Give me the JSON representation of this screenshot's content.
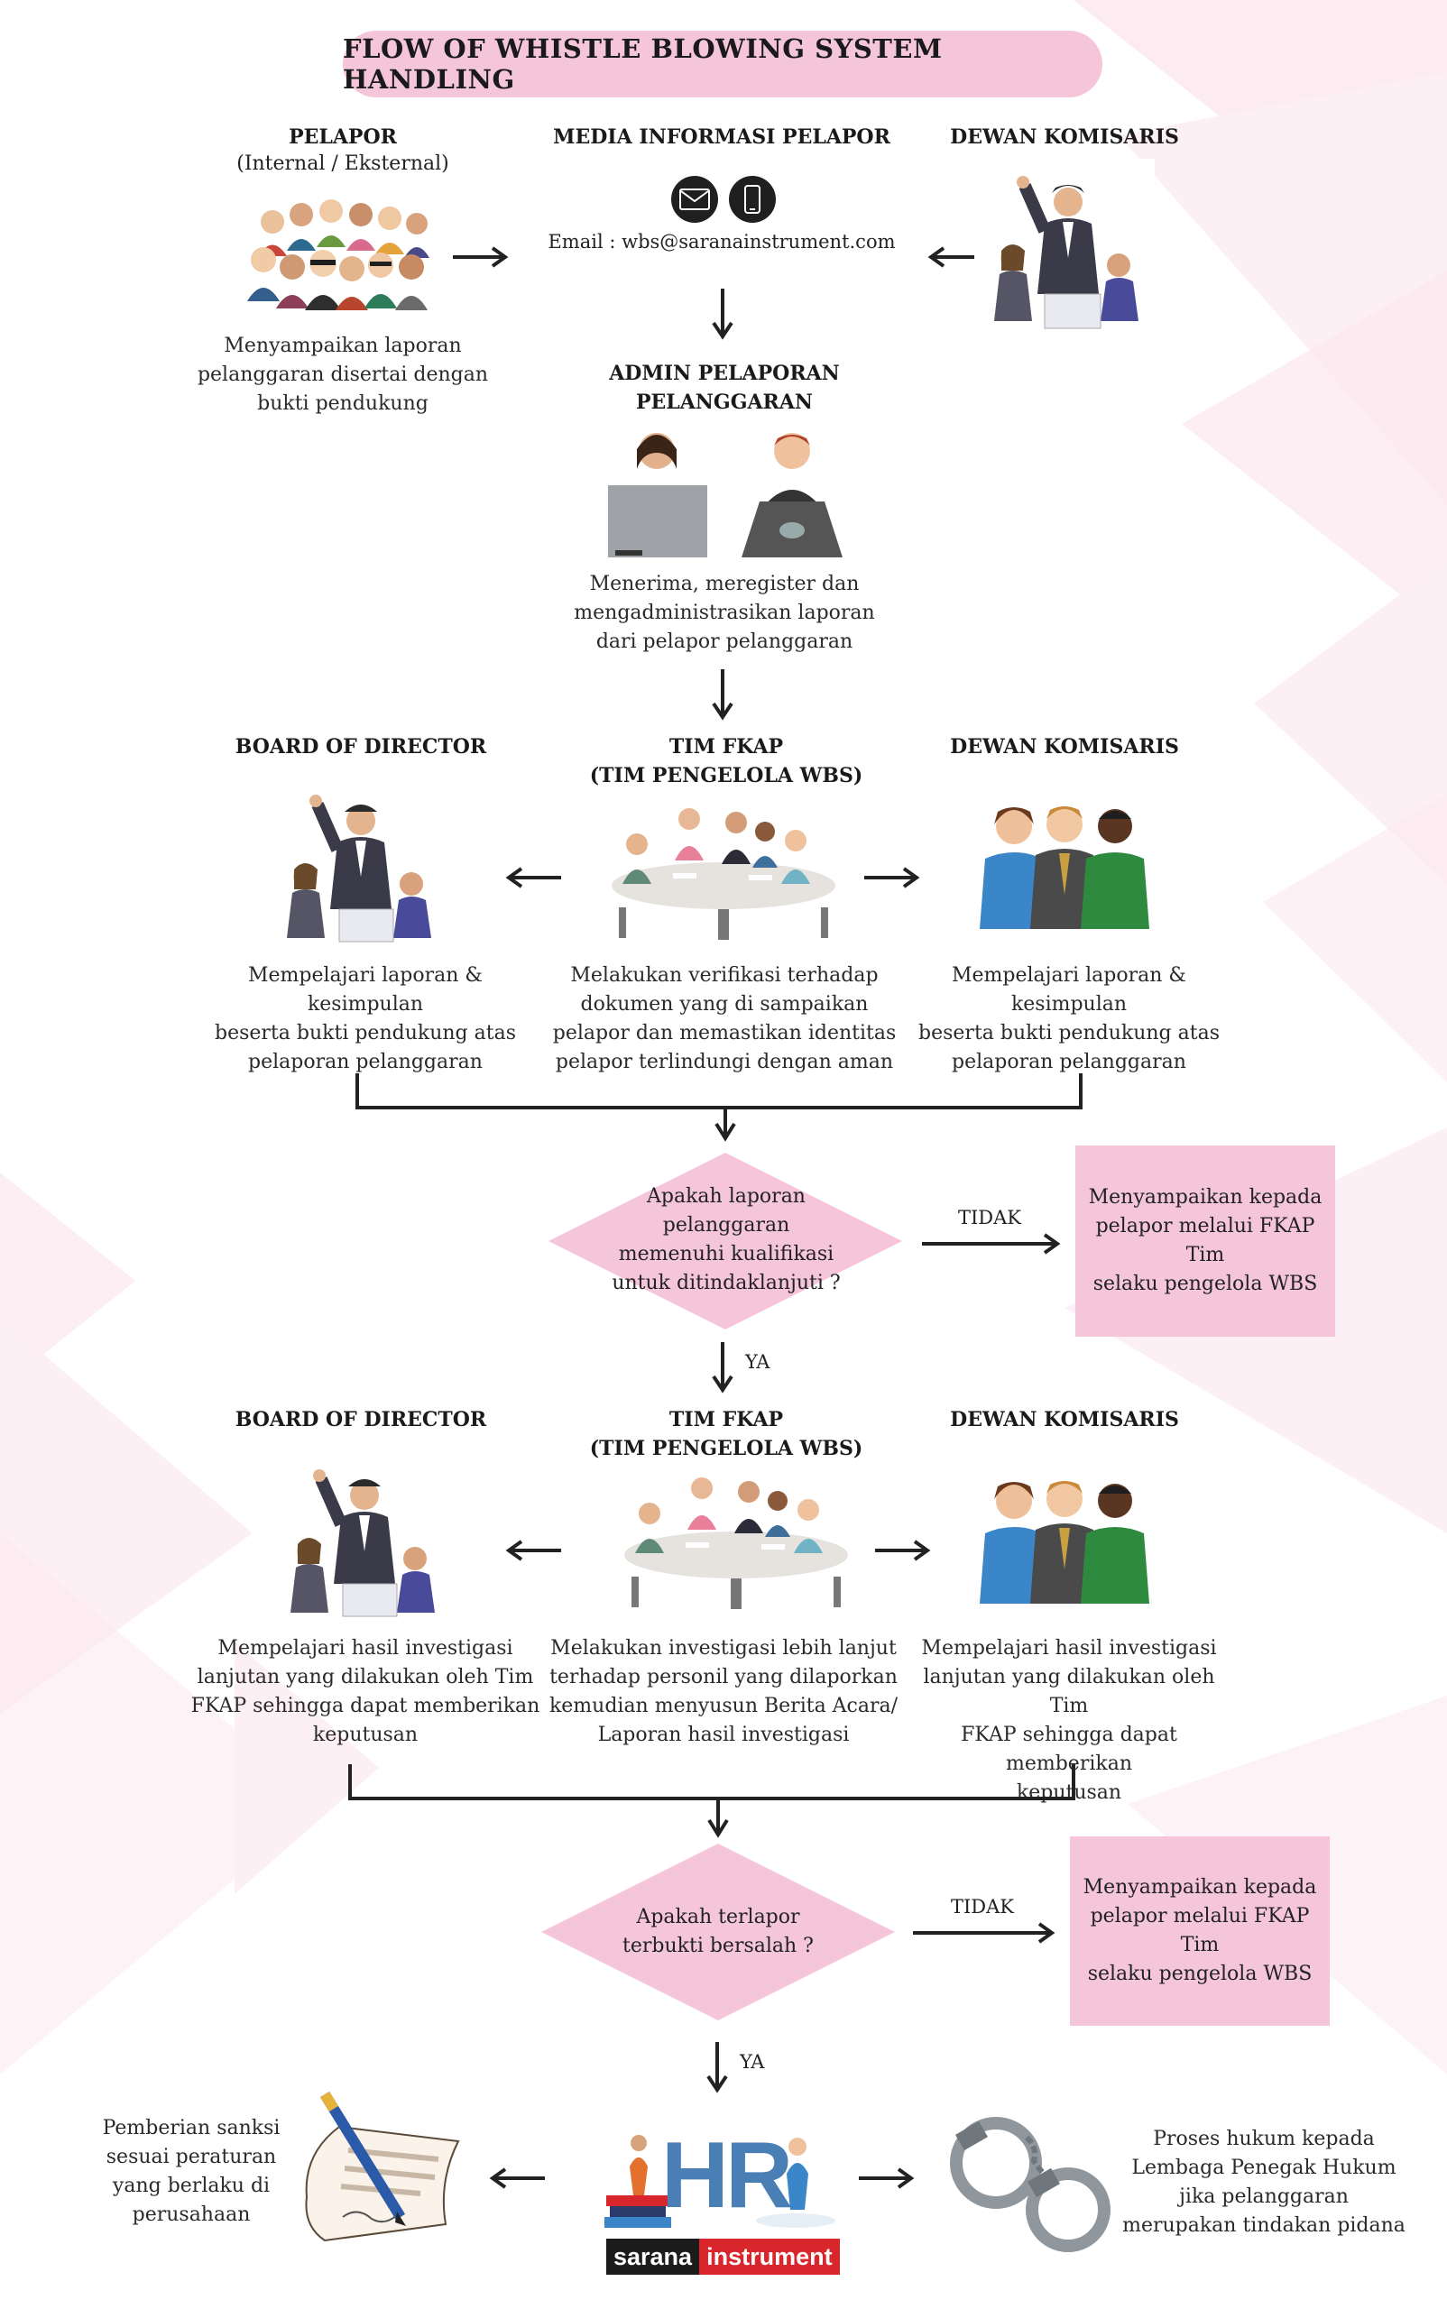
{
  "title": "FLOW OF WHISTLE BLOWING SYSTEM HANDLING",
  "row1": {
    "pelapor": {
      "title": "PELAPOR",
      "subtitle": "(Internal / Eksternal)",
      "desc": [
        "Menyampaikan laporan",
        "pelanggaran disertai dengan",
        "bukti pendukung"
      ]
    },
    "media": {
      "title": "MEDIA INFORMASI PELAPOR",
      "email": "Email : wbs@saranainstrument.com",
      "icons": [
        "envelope-icon",
        "phone-icon"
      ]
    },
    "dewan": {
      "title": "DEWAN KOMISARIS"
    }
  },
  "admin": {
    "title": [
      "ADMIN PELAPORAN",
      "PELANGGARAN"
    ],
    "desc": [
      "Menerima, meregister dan",
      "mengadministrasikan laporan",
      "dari pelapor pelanggaran"
    ]
  },
  "row3": {
    "bod": {
      "title": "BOARD OF DIRECTOR",
      "desc": [
        "Mempelajari laporan & kesimpulan",
        "beserta bukti pendukung atas",
        "pelaporan pelanggaran"
      ]
    },
    "fkap": {
      "title": [
        "TIM FKAP",
        "(TIM PENGELOLA WBS)"
      ],
      "desc": [
        "Melakukan verifikasi terhadap",
        "dokumen yang di sampaikan",
        "pelapor dan memastikan identitas",
        "pelapor terlindungi dengan aman"
      ]
    },
    "dewan": {
      "title": "DEWAN KOMISARIS",
      "desc": [
        "Mempelajari laporan & kesimpulan",
        "beserta bukti pendukung atas",
        "pelaporan pelanggaran"
      ]
    }
  },
  "decision1": {
    "question": [
      "Apakah laporan",
      "pelanggaran",
      "memenuhi kualifikasi",
      "untuk ditindaklanjuti ?"
    ],
    "no_label": "TIDAK",
    "yes_label": "YA",
    "no_result": [
      "Menyampaikan kepada",
      "pelapor melalui FKAP Tim",
      "selaku pengelola WBS"
    ]
  },
  "row5": {
    "bod": {
      "title": "BOARD OF DIRECTOR",
      "desc": [
        "Mempelajari hasil investigasi",
        "lanjutan yang dilakukan oleh Tim",
        "FKAP sehingga dapat memberikan",
        "keputusan"
      ]
    },
    "fkap": {
      "title": [
        "TIM FKAP",
        "(TIM PENGELOLA WBS)"
      ],
      "desc": [
        "Melakukan investigasi lebih lanjut",
        "terhadap personil yang dilaporkan",
        "kemudian menyusun Berita Acara/",
        "Laporan hasil investigasi"
      ]
    },
    "dewan": {
      "title": "DEWAN KOMISARIS",
      "desc": [
        "Mempelajari hasil investigasi",
        "lanjutan yang dilakukan oleh Tim",
        "FKAP sehingga dapat memberikan",
        "keputusan"
      ]
    }
  },
  "decision2": {
    "question": [
      "Apakah terlapor",
      "terbukti bersalah ?"
    ],
    "no_label": "TIDAK",
    "yes_label": "YA",
    "no_result": [
      "Menyampaikan kepada",
      "pelapor melalui FKAP Tim",
      "selaku pengelola WBS"
    ]
  },
  "final": {
    "sanction": [
      "Pemberian sanksi",
      "sesuai peraturan",
      "yang berlaku di",
      "perusahaan"
    ],
    "hr": "HR",
    "legal": [
      "Proses hukum kepada",
      "Lembaga Penegak Hukum",
      "jika pelanggaran",
      "merupakan tindakan pidana"
    ]
  },
  "logo": {
    "part1": "sarana",
    "part2": "instrument"
  },
  "colors": {
    "pink": "#f5c6da",
    "dark": "#222222",
    "accent_red": "#d9262c"
  }
}
